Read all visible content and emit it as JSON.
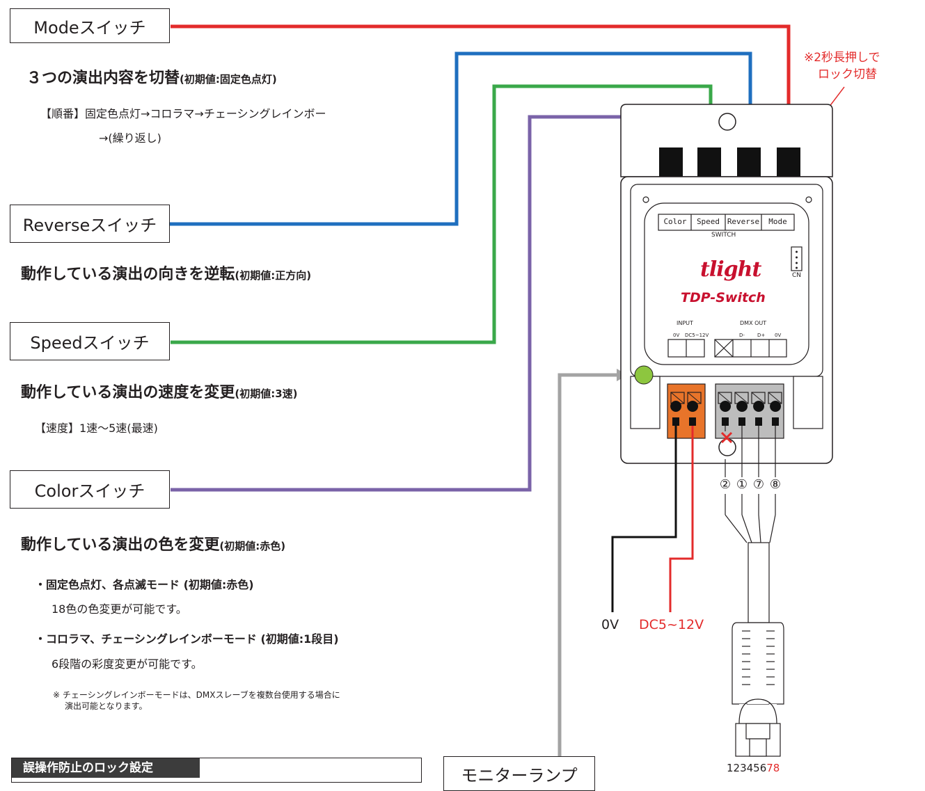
{
  "labels": {
    "mode_switch": "Modeスイッチ",
    "reverse_switch": "Reverseスイッチ",
    "speed_switch": "Speedスイッチ",
    "color_switch": "Colorスイッチ",
    "monitor_lamp": "モニターランプ"
  },
  "mode": {
    "title": "３つの演出内容を切替",
    "default": "(初期値:固定色点灯)",
    "order_line1": "【順番】固定色点灯→コロラマ→チェーシングレインボー",
    "order_line2": "→(繰り返し)"
  },
  "reverse": {
    "title": "動作している演出の向きを逆転",
    "default": "(初期値:正方向)"
  },
  "speed": {
    "title": "動作している演出の速度を変更",
    "default": "(初期値:3速)",
    "range": "【速度】1速〜5速(最速)"
  },
  "color": {
    "title": "動作している演出の色を変更",
    "default": "(初期値:赤色)",
    "item1_title": "・固定色点灯、各点滅モード (初期値:赤色)",
    "item1_desc": "18色の色変更が可能です。",
    "item2_title": "・コロラマ、チェーシングレインボーモード (初期値:1段目)",
    "item2_desc": "6段階の彩度変更が可能です。",
    "note_line1": "※ チェーシングレインボーモードは、DMXスレーブを複数台使用する場合に",
    "note_line2": "演出可能となります。"
  },
  "lock_note": {
    "line1": "※2秒長押しで",
    "line2": "ロック切替"
  },
  "lock_section_title": "誤操作防止のロック設定",
  "device": {
    "switch_labels": [
      "Color",
      "Speed",
      "Reverse",
      "Mode"
    ],
    "switch_caption": "SWITCH",
    "cn": "CN",
    "brand": "tlight",
    "model": "TDP-Switch",
    "input_label": "INPUT",
    "input_pins": [
      "0V",
      "DC5~12V"
    ],
    "dmx_label": "DMX OUT",
    "dmx_pins": [
      "D-",
      "D+",
      "0V"
    ]
  },
  "wiring": {
    "zero_v": "0V",
    "dc": "DC5~12V",
    "pin_circles": [
      "②",
      "①",
      "⑦",
      "⑧"
    ],
    "connector_pins_black": "123456",
    "connector_pins_red": "78"
  },
  "colors": {
    "mode": "#e32b2b",
    "reverse": "#1f6fbf",
    "speed": "#3aa84a",
    "color": "#7a63a8",
    "monitor": "#a3a3a3",
    "terminal_orange": "#e8742a",
    "lamp_green": "#8dc63f"
  }
}
